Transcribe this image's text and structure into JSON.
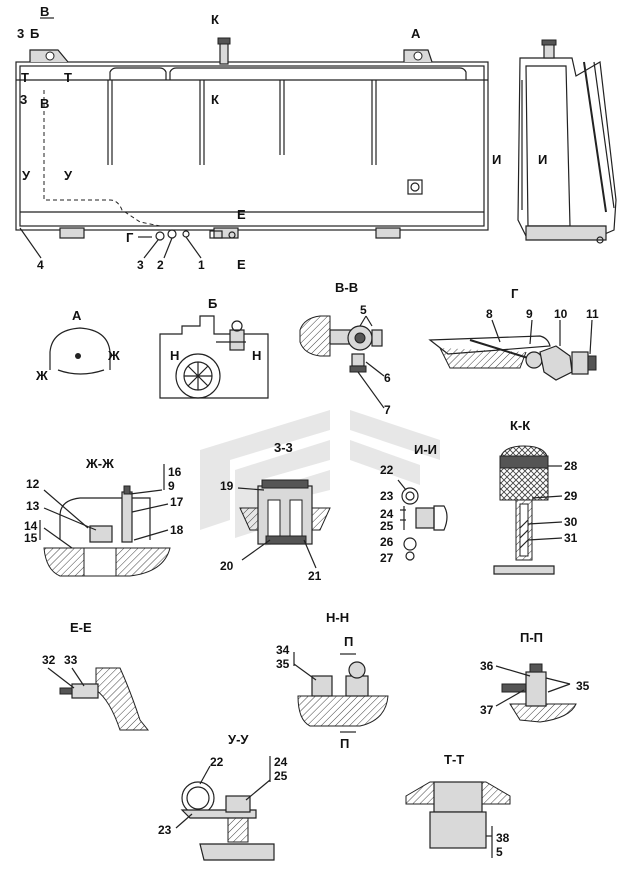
{
  "views": {
    "main": {
      "callouts": [
        "3",
        "2",
        "1",
        "4"
      ],
      "section_marks": [
        "В",
        "Б",
        "3",
        "К",
        "А",
        "Т",
        "Т",
        "3",
        "В",
        "К",
        "У",
        "У",
        "Е",
        "Г",
        "Е",
        "И",
        "И"
      ]
    },
    "detail_A": {
      "title": "А",
      "marks": [
        "Ж",
        "Ж"
      ]
    },
    "detail_B": {
      "title": "Б",
      "marks": [
        "Н",
        "Н"
      ]
    },
    "section_VV": {
      "title": "В-В",
      "callouts": [
        "5",
        "6",
        "7"
      ]
    },
    "detail_G": {
      "title": "Г",
      "callouts": [
        "8",
        "9",
        "10",
        "11"
      ]
    },
    "section_KK": {
      "title": "К-К",
      "callouts": [
        "28",
        "29",
        "30",
        "31"
      ]
    },
    "section_ZhZh": {
      "title": "Ж-Ж",
      "callouts": [
        "12",
        "13",
        "14",
        "15",
        "16",
        "9",
        "17",
        "18"
      ]
    },
    "section_33": {
      "title": "3-3",
      "callouts": [
        "19",
        "20",
        "21"
      ]
    },
    "section_II": {
      "title": "И-И",
      "callouts": [
        "22",
        "23",
        "24",
        "25",
        "26",
        "27"
      ]
    },
    "section_EE": {
      "title": "Е-Е",
      "callouts": [
        "32",
        "33"
      ]
    },
    "section_NN": {
      "title": "Н-Н",
      "callouts": [
        "34",
        "35"
      ],
      "marks": [
        "П",
        "П"
      ]
    },
    "section_PP": {
      "title": "П-П",
      "callouts": [
        "36",
        "35",
        "37"
      ]
    },
    "section_UU": {
      "title": "У-У",
      "callouts": [
        "22",
        "24",
        "25",
        "23"
      ]
    },
    "section_TT": {
      "title": "Т-Т",
      "callouts": [
        "38",
        "5"
      ]
    }
  }
}
